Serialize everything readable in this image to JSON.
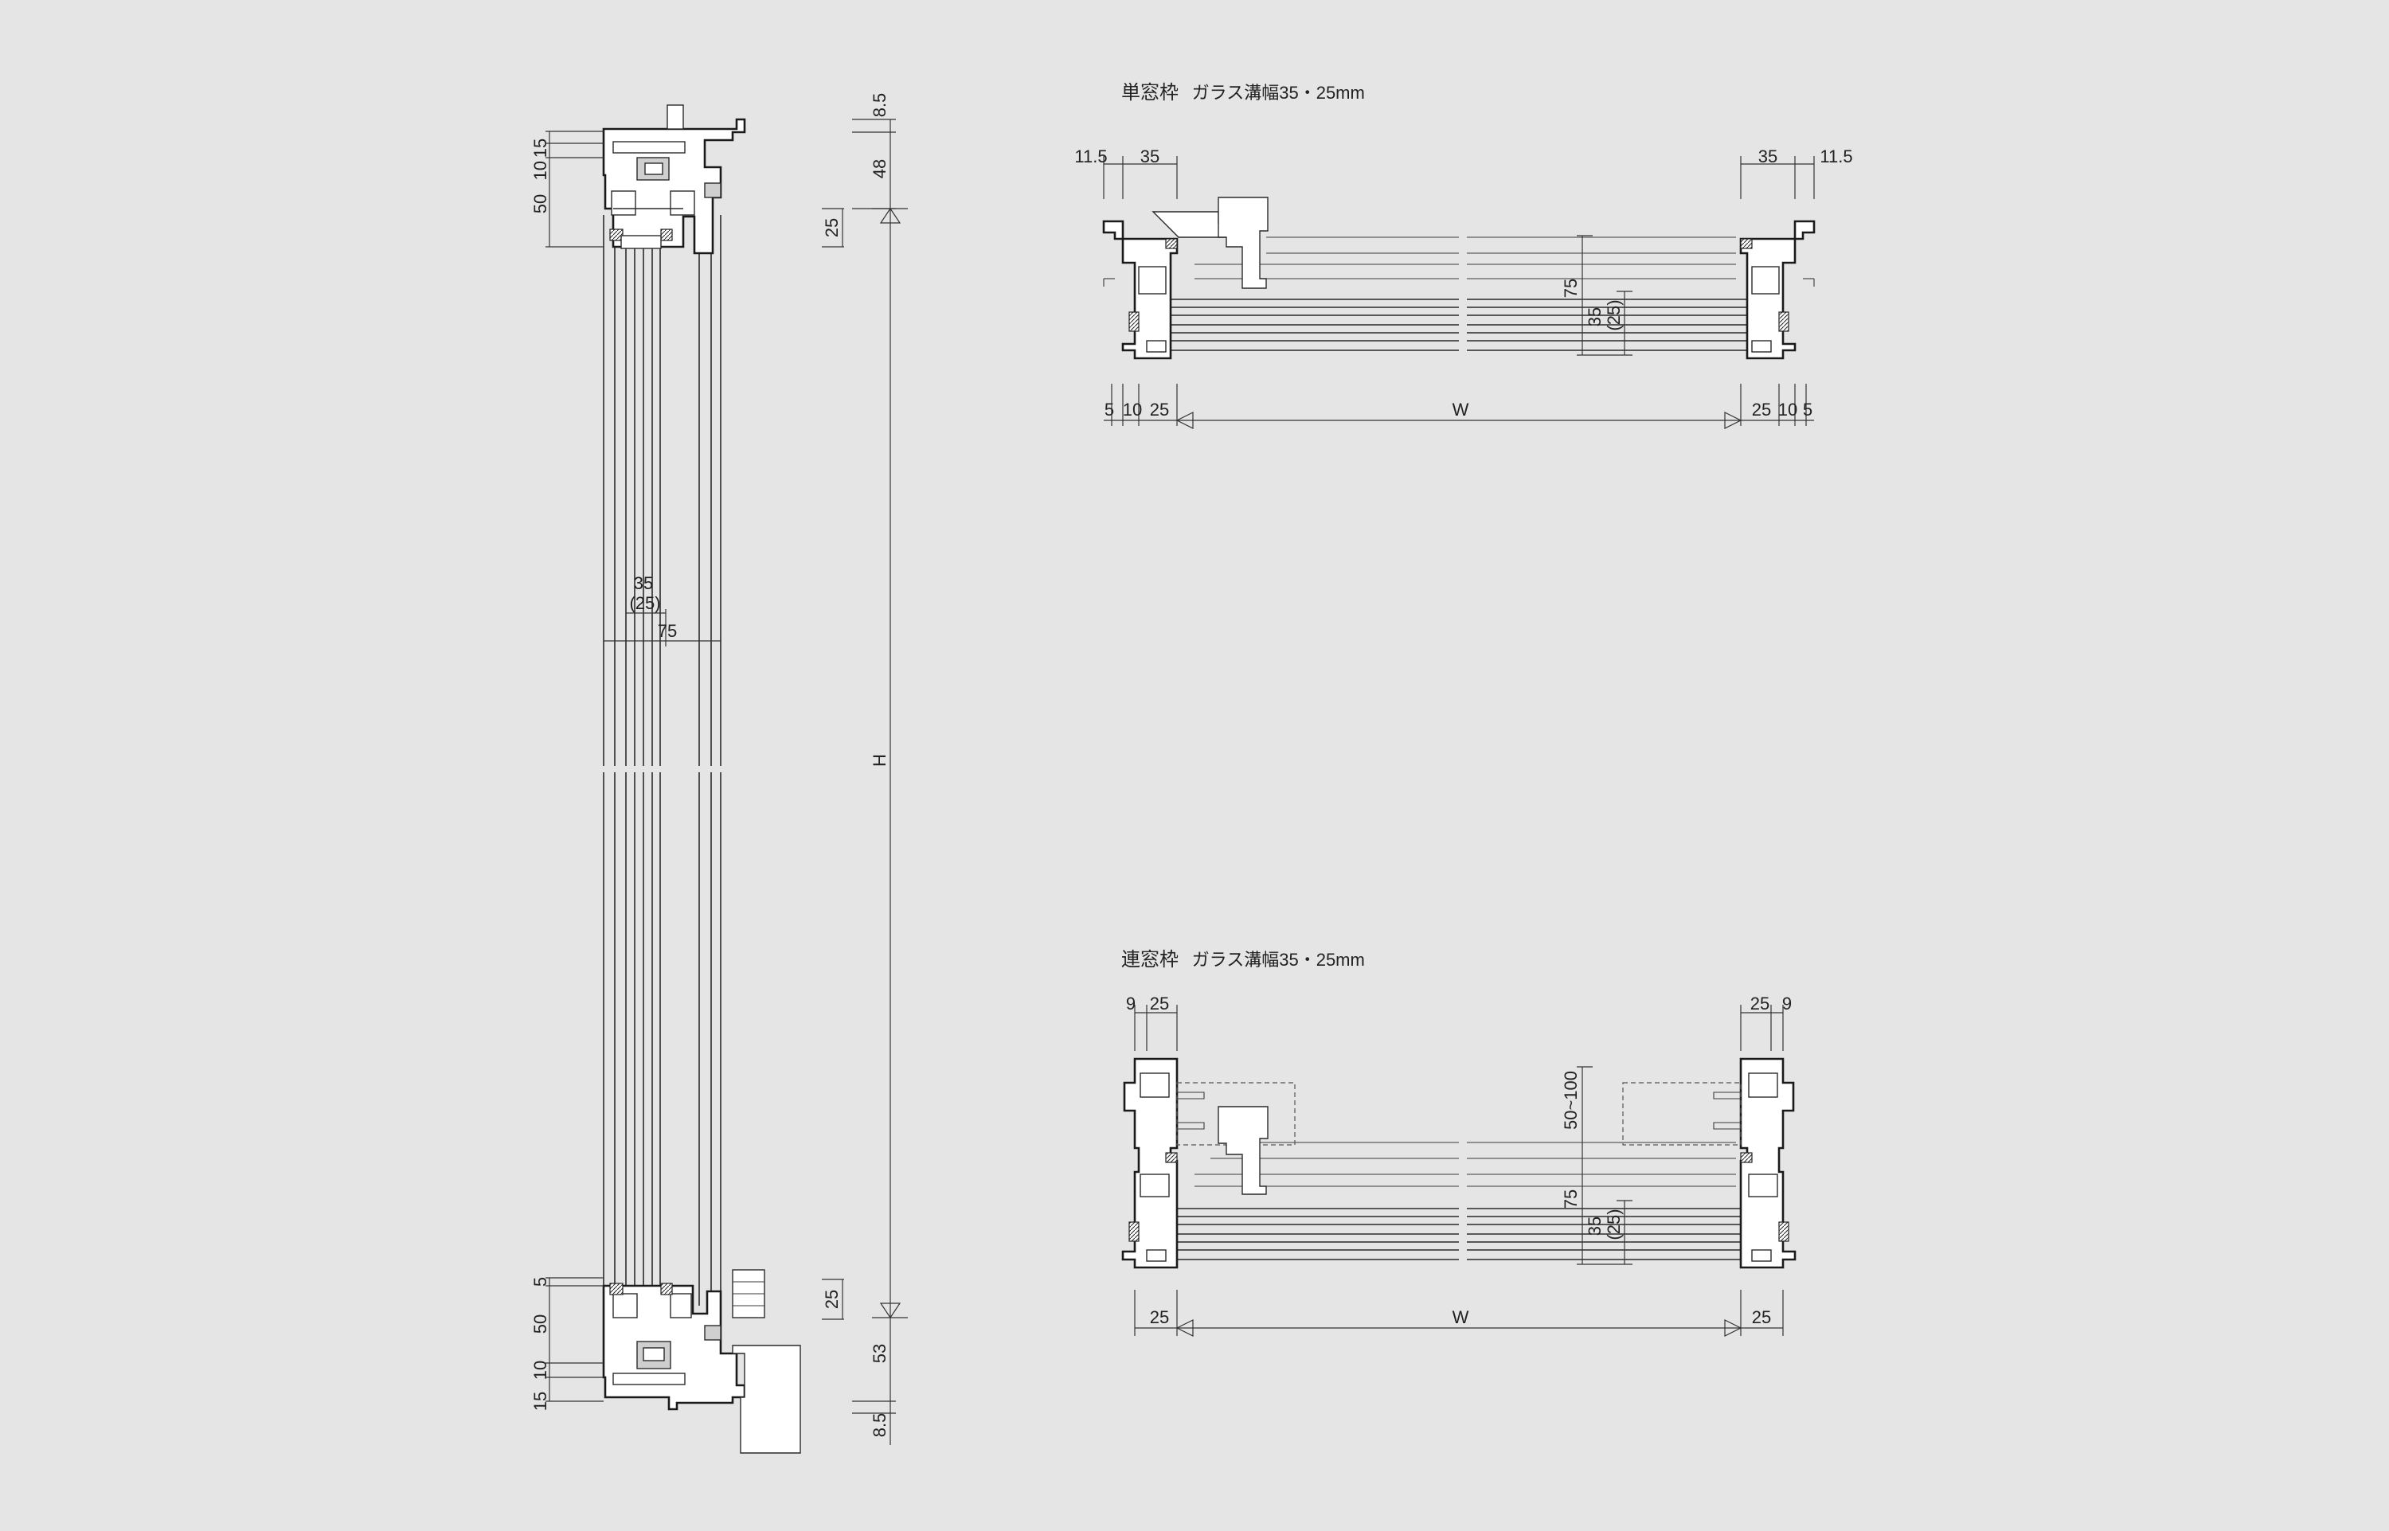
{
  "vertical_section": {
    "left_dims_top": [
      "15",
      "10",
      "50"
    ],
    "left_dims_bottom": [
      "5",
      "50",
      "10",
      "15"
    ],
    "right_dims_top": [
      "8.5",
      "48"
    ],
    "right_dims_bottom": [
      "53",
      "8.5"
    ],
    "arrow_dim_top": "25",
    "arrow_dim_bottom": "25",
    "height_label": "H",
    "glass_dim_main": "35",
    "glass_dim_alt": "(25)",
    "depth_dim": "75"
  },
  "single_frame": {
    "title": "単窓枠",
    "subtitle": "ガラス溝幅35・25mm",
    "top_dims_left": [
      "11.5",
      "35"
    ],
    "top_dims_right": [
      "35",
      "11.5"
    ],
    "bottom_dims_left": [
      "5",
      "10",
      "25"
    ],
    "bottom_dims_right": [
      "25",
      "10",
      "5"
    ],
    "width_label": "W",
    "depth_dim": "75",
    "glass_dim_main": "35",
    "glass_dim_alt": "(25)"
  },
  "multi_frame": {
    "title": "連窓枠",
    "subtitle": "ガラス溝幅35・25mm",
    "top_dims_left": [
      "9",
      "25"
    ],
    "top_dims_right": [
      "25",
      "9"
    ],
    "bottom_dims_left": [
      "25"
    ],
    "bottom_dims_right": [
      "25"
    ],
    "width_label": "W",
    "mullion_range": "50~100",
    "depth_dim": "75",
    "glass_dim_main": "35",
    "glass_dim_alt": "(25)"
  }
}
